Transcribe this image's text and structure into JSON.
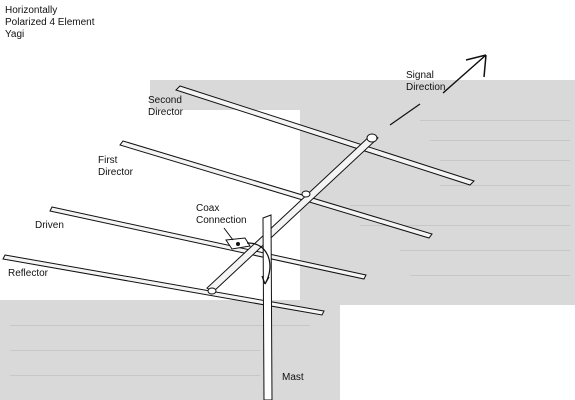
{
  "title": "Horizontally\nPolarized 4 Element\nYagi",
  "labels": {
    "second_director": "Second\nDirector",
    "first_director": "First\nDirector",
    "driven": "Driven",
    "reflector": "Reflector",
    "coax_connection": "Coax\nConnection",
    "signal_direction": "Signal\nDirection",
    "mast": "Mast"
  },
  "colors": {
    "ink": "#111111",
    "element_fill": "#f4f4f4",
    "page_gray": "#d9d9d9"
  }
}
